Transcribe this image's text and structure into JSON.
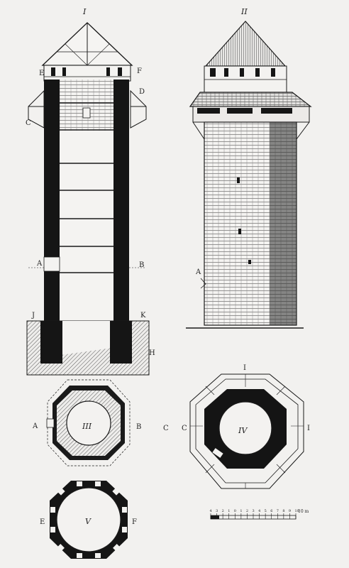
{
  "figures": {
    "section": {
      "numeral": "I"
    },
    "elevation": {
      "numeral": "II"
    },
    "plan_lower": {
      "numeral": "III"
    },
    "plan_upper": {
      "numeral": "IV"
    },
    "plan_base": {
      "numeral": "V"
    }
  },
  "labels": {
    "A": "A",
    "B": "B",
    "C": "C",
    "D": "D",
    "E": "E",
    "F": "F",
    "H": "H",
    "J": "J",
    "K": "K",
    "I_right": "I",
    "I_top": "I"
  },
  "scale_bar": {
    "ticks": [
      "4",
      "3",
      "2",
      "1",
      "0",
      "1",
      "2",
      "3",
      "4",
      "5",
      "6",
      "7",
      "8",
      "9",
      "10"
    ],
    "unit": "10 m"
  },
  "colors": {
    "ink": "#151515",
    "paper": "#f2f1ef",
    "hatch": "#444444"
  }
}
